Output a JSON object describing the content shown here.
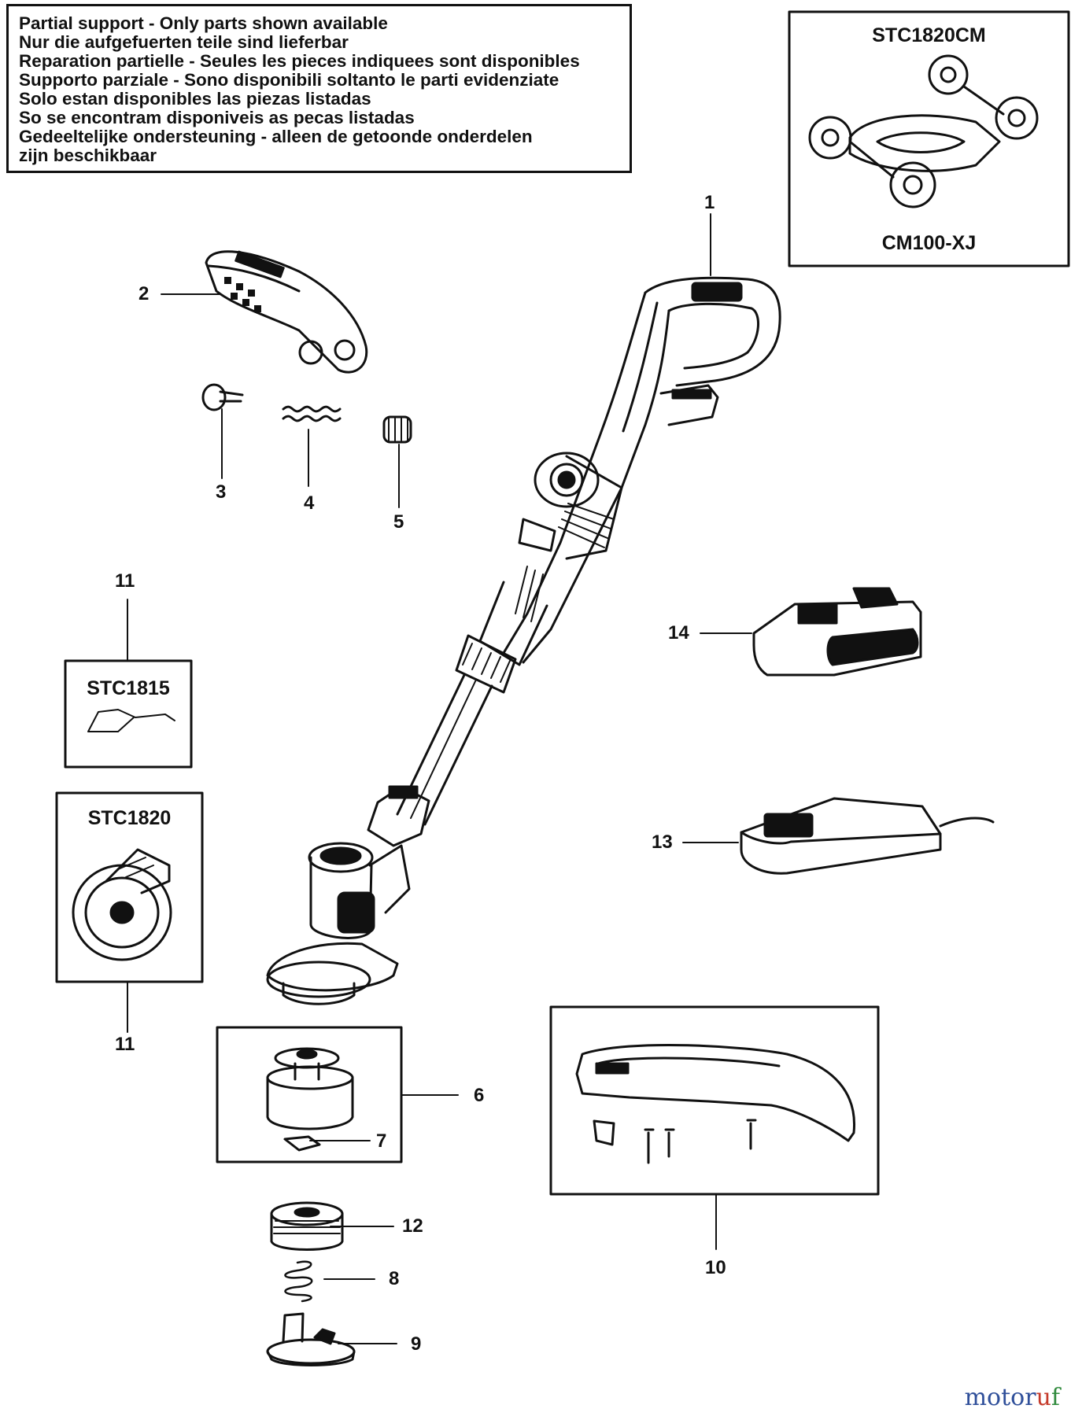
{
  "notice": {
    "lines": [
      "Partial support - Only parts shown available",
      "Nur die aufgefuerten teile sind lieferbar",
      "Reparation partielle - Seules les pieces indiquees sont disponibles",
      "Supporto parziale - Sono disponibili soltanto le parti evidenziate",
      "Solo estan disponibles las piezas listadas",
      "So se encontram disponiveis as pecas listadas",
      "Gedeeltelijke ondersteuning - alleen de getoonde onderdelen",
      "zijn beschikbaar"
    ]
  },
  "mower_box": {
    "model": "STC1820CM",
    "accessory": "CM100-XJ"
  },
  "variant_boxes": {
    "stc1815": "STC1815",
    "stc1820": "STC1820"
  },
  "callouts": {
    "p1": "1",
    "p2": "2",
    "p3": "3",
    "p4": "4",
    "p5": "5",
    "p6": "6",
    "p7": "7",
    "p8": "8",
    "p9": "9",
    "p10": "10",
    "p11_top": "11",
    "p11_bottom": "11",
    "p12": "12",
    "p13": "13",
    "p14": "14"
  },
  "watermark": {
    "part1": "motor",
    "part2": "u",
    "part3": "f"
  }
}
